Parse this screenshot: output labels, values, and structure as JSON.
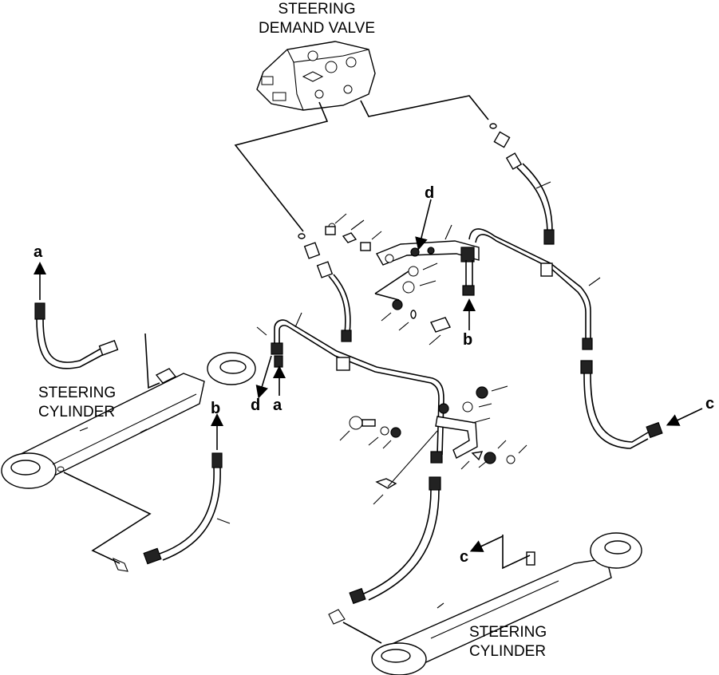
{
  "labels": {
    "demand_valve_line1": "STEERING",
    "demand_valve_line2": "DEMAND VALVE",
    "cyl_left_line1": "STEERING",
    "cyl_left_line2": "CYLINDER",
    "cyl_right_line1": "STEERING",
    "cyl_right_line2": "CYLINDER"
  },
  "refs": {
    "a_top": "a",
    "a_mid": "a",
    "b_top": "b",
    "b_left": "b",
    "c_right": "c",
    "c_bottom": "c",
    "d_top": "d",
    "d_mid": "d"
  }
}
